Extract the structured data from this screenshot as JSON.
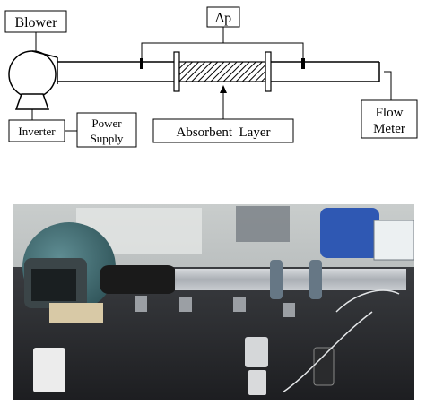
{
  "diagram": {
    "labels": {
      "blower": "Blower",
      "delta_p": "Δp",
      "inverter": "Inverter",
      "power_supply_line1": "Power",
      "power_supply_line2": "Supply",
      "absorbent_layer": "Absorbent  Layer",
      "flow_meter_line1": "Flow",
      "flow_meter_line2": "Meter"
    }
  },
  "photo": {
    "description_colors": {
      "floor": "#2a2b2e",
      "blower": "#3f6b72",
      "pipe": "#c9ccd0",
      "wall": "#c8cbc9"
    }
  }
}
